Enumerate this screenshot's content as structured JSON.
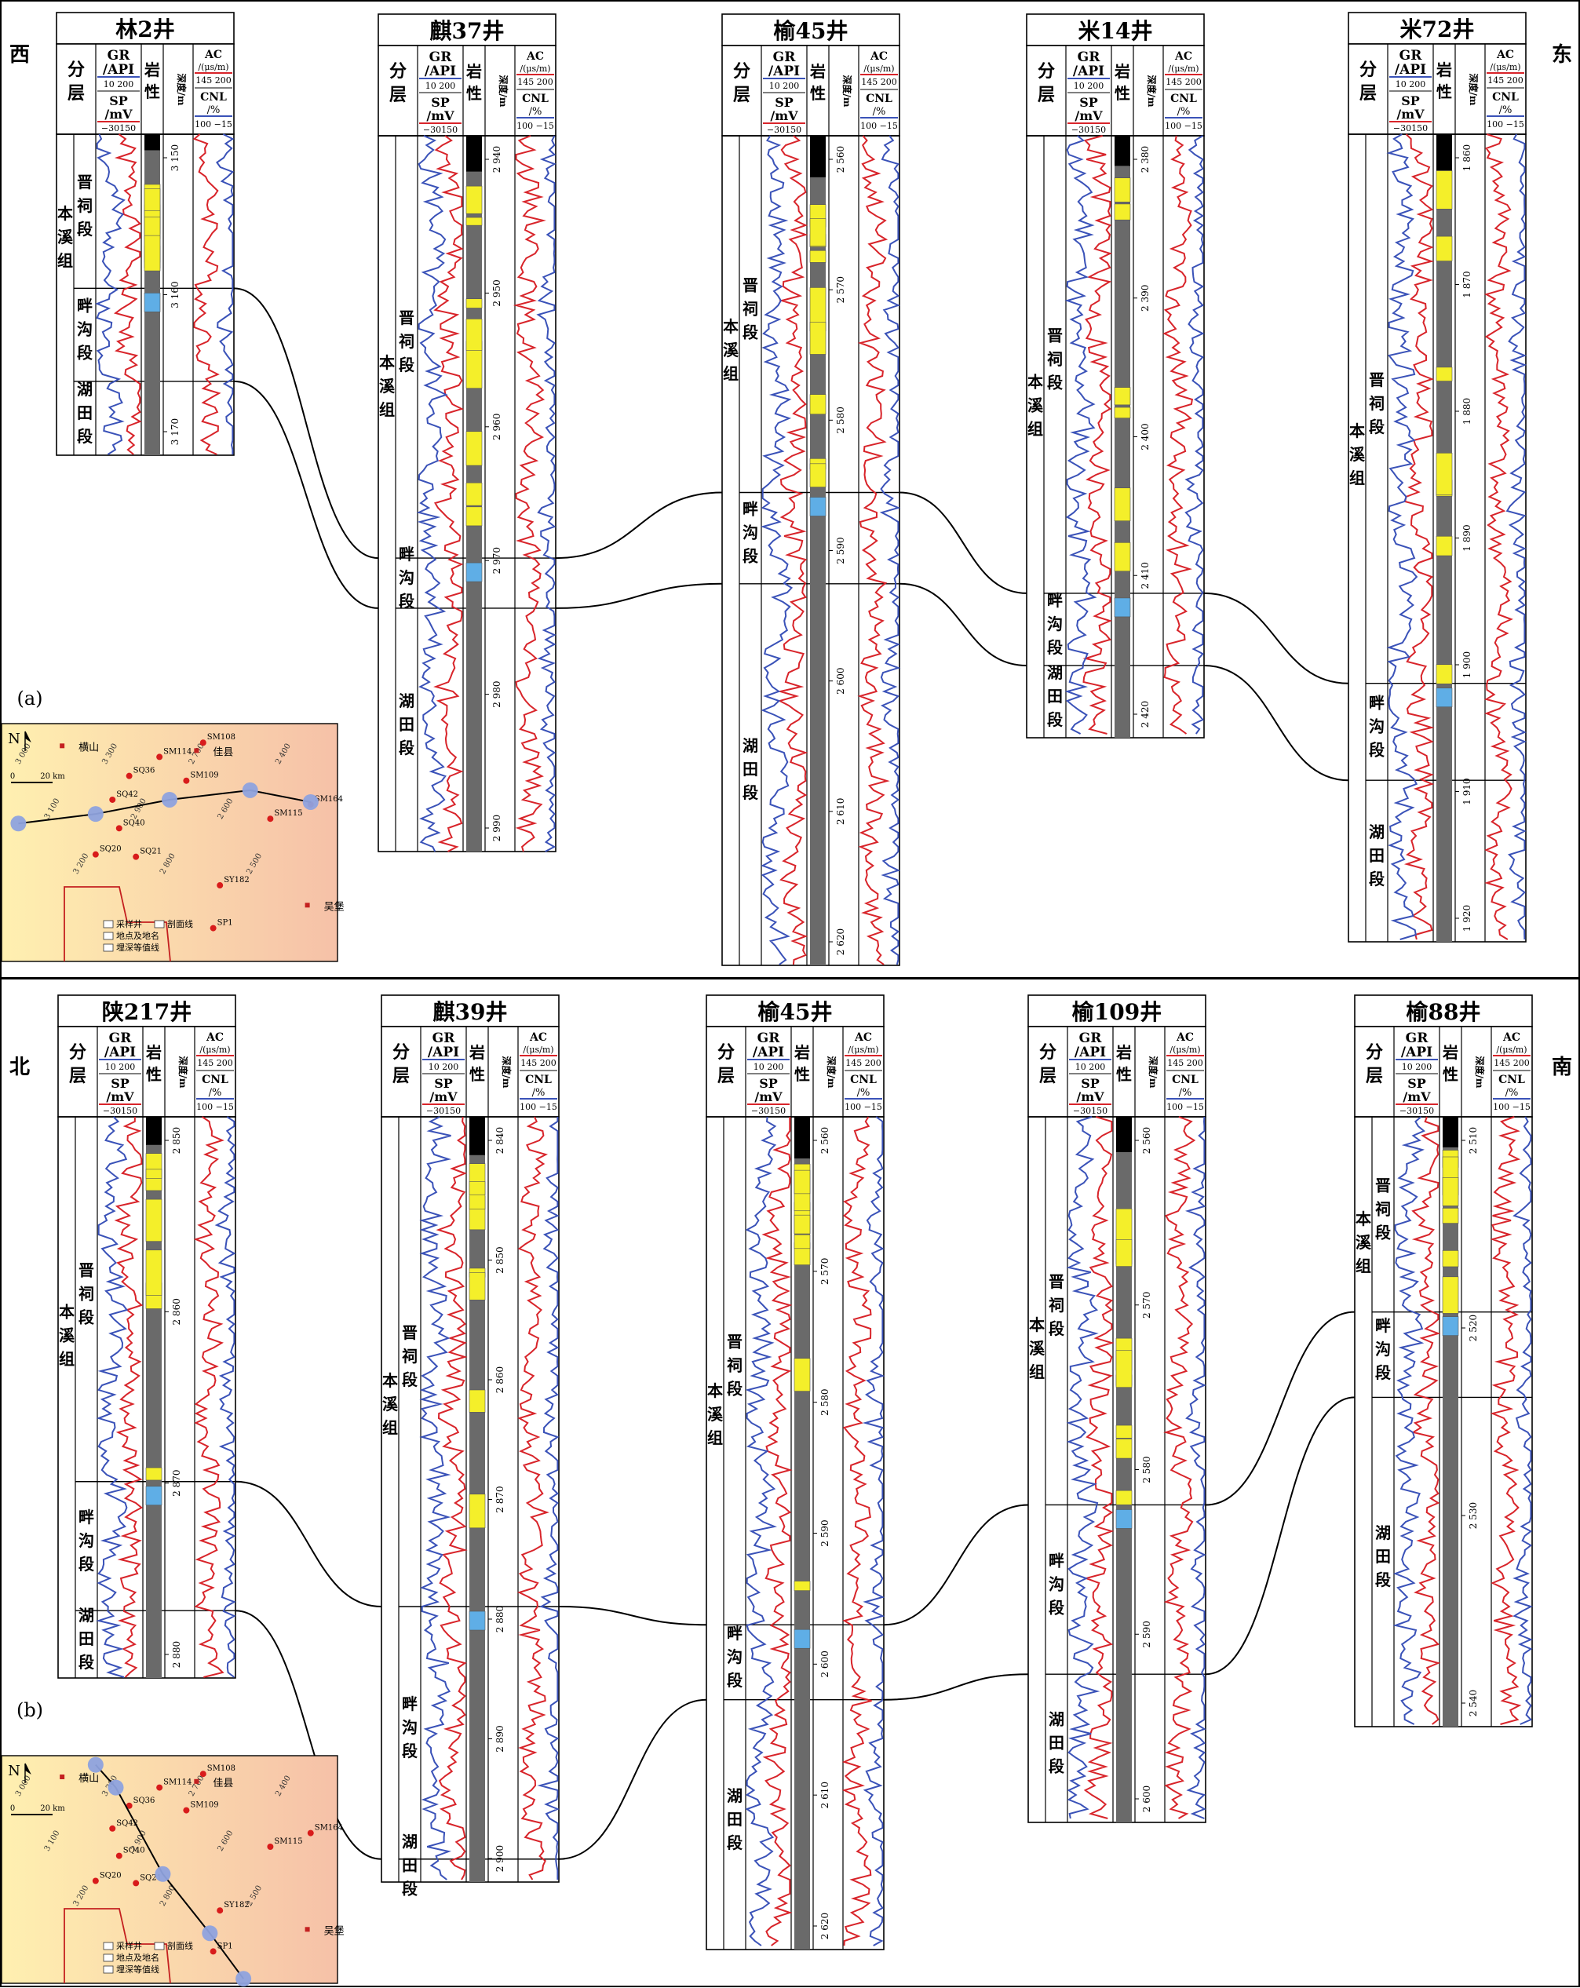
{
  "colors": {
    "gr_curve": "#3a52b8",
    "ac_curve": "#d8242a",
    "sandstone": "#f4ef2a",
    "limestone": "#5faee6",
    "coal": "#000000",
    "mudstone": "#6a6a6a",
    "correlation_line": "#000000",
    "map_warm": "#f6c1a8",
    "map_cool": "#fff0b0",
    "well_marker": "#8ea2de",
    "sample_dot": "#d81b1b"
  },
  "icon_names": [
    "north-arrow-icon"
  ],
  "header": {
    "layer": "分层",
    "gr": "GR",
    "gr_unit": "/API",
    "gr_scale": "10 200",
    "sp": "SP",
    "sp_unit": "/mV",
    "sp_scale": "−30150",
    "litho": "岩性",
    "depth": "深度/m",
    "ac": "AC",
    "ac_unit": "/(μs/m)",
    "ac_scale": "145 200",
    "cnl": "CNL",
    "cnl_unit": "/%",
    "cnl_scale": "100 −15"
  },
  "panels": [
    {
      "label": "(a)",
      "dir_left": "西",
      "dir_right": "东",
      "wells": [
        {
          "name": "林2井",
          "depth_ticks": [
            "3 150",
            "3 160",
            "3 170"
          ],
          "formation": "本溪组",
          "members": [
            "晋祠段",
            "畔沟段",
            "湖田段"
          ]
        },
        {
          "name": "麒37井",
          "depth_ticks": [
            "2 940",
            "2 950",
            "2 960",
            "2 970",
            "2 980",
            "2 990"
          ],
          "formation": "本溪组",
          "members": [
            "晋祠段",
            "畔沟段",
            "湖田段"
          ]
        },
        {
          "name": "榆45井",
          "depth_ticks": [
            "2 560",
            "2 570",
            "2 580",
            "2 590",
            "2 600",
            "2 610",
            "2 620"
          ],
          "formation": "本溪组",
          "members": [
            "晋祠段",
            "畔沟段",
            "湖田段"
          ]
        },
        {
          "name": "米14井",
          "depth_ticks": [
            "2 380",
            "2 390",
            "2 400",
            "2 410",
            "2 420"
          ],
          "formation": "本溪组",
          "members": [
            "晋祠段",
            "畔沟段",
            "湖田段"
          ]
        },
        {
          "name": "米72井",
          "depth_ticks": [
            "1 860",
            "1 870",
            "1 880",
            "1 890",
            "1 900",
            "1 910",
            "1 920"
          ],
          "formation": "本溪组",
          "members": [
            "晋祠段",
            "畔沟段",
            "湖田段"
          ]
        }
      ]
    },
    {
      "label": "(b)",
      "dir_left": "北",
      "dir_right": "南",
      "wells": [
        {
          "name": "陕217井",
          "depth_ticks": [
            "2 850",
            "2 860",
            "2 870",
            "2 880"
          ],
          "formation": "本溪组",
          "members": [
            "晋祠段",
            "畔沟段",
            "湖田段"
          ]
        },
        {
          "name": "麒39井",
          "depth_ticks": [
            "2 840",
            "2 850",
            "2 860",
            "2 870",
            "2 880",
            "2 890",
            "2 900"
          ],
          "formation": "本溪组",
          "members": [
            "晋祠段",
            "畔沟段",
            "湖田段"
          ]
        },
        {
          "name": "榆45井",
          "depth_ticks": [
            "2 560",
            "2 570",
            "2 580",
            "2 590",
            "2 600",
            "2 610",
            "2 620"
          ],
          "formation": "本溪组",
          "members": [
            "晋祠段",
            "畔沟段",
            "湖田段"
          ]
        },
        {
          "name": "榆109井",
          "depth_ticks": [
            "2 560",
            "2 570",
            "2 580",
            "2 590",
            "2 600"
          ],
          "formation": "本溪组",
          "members": [
            "晋祠段",
            "畔沟段",
            "湖田段"
          ]
        },
        {
          "name": "榆88井",
          "depth_ticks": [
            "2 510",
            "2 520",
            "2 530",
            "2 540"
          ],
          "formation": "本溪组",
          "members": [
            "晋祠段",
            "畔沟段",
            "湖田段"
          ]
        }
      ]
    }
  ],
  "map": {
    "places": [
      "横山",
      "佳县",
      "吴堡"
    ],
    "wells": [
      "SM108",
      "SM114",
      "SM109",
      "SQ36",
      "SQ42",
      "SQ40",
      "SQ20",
      "SQ21",
      "SM115",
      "SM164",
      "SY182",
      "SP1"
    ],
    "contours": [
      "3 000",
      "3 100",
      "3 200",
      "3 300",
      "2 900",
      "2 800",
      "2 700",
      "2 600",
      "2 500",
      "2 400"
    ],
    "scale": "20 km",
    "north": "N",
    "legend": [
      "采样井",
      "剖面线",
      "地点及地名",
      "埋深等值线"
    ]
  }
}
